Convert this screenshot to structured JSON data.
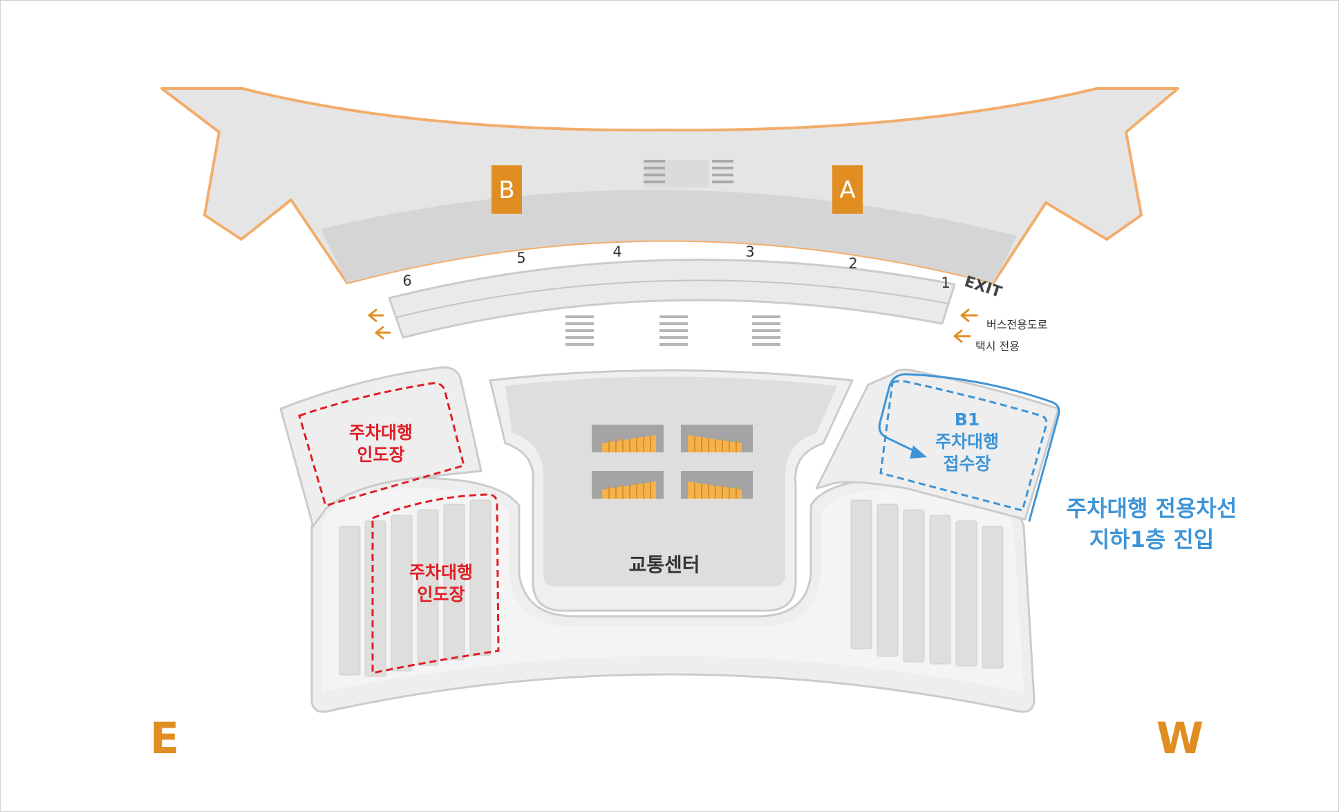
{
  "terminal": {
    "gate_b": "B",
    "gate_a": "A"
  },
  "curb_numbers": [
    "6",
    "5",
    "4",
    "3",
    "2",
    "1"
  ],
  "exit_label": "EXIT",
  "lanes": {
    "bus": "버스전용도로",
    "taxi": "택시 전용"
  },
  "transport_center": "교통센터",
  "valet": {
    "delivery_upper": [
      "주차대행",
      "인도장"
    ],
    "delivery_lower": [
      "주차대행",
      "인도장"
    ],
    "reception": [
      "B1",
      "주차대행",
      "접수장"
    ],
    "entry_note": [
      "주차대행 전용차선",
      "지하1층 진입"
    ]
  },
  "compass": {
    "east": "E",
    "west": "W"
  },
  "colors": {
    "orange": "#e08e22",
    "outline_orange": "#f2ad6b",
    "red": "#e01e25",
    "blue": "#3d94d6",
    "terminal_gray": "#e6e5e5",
    "road_gray": "#e9eaeb"
  }
}
